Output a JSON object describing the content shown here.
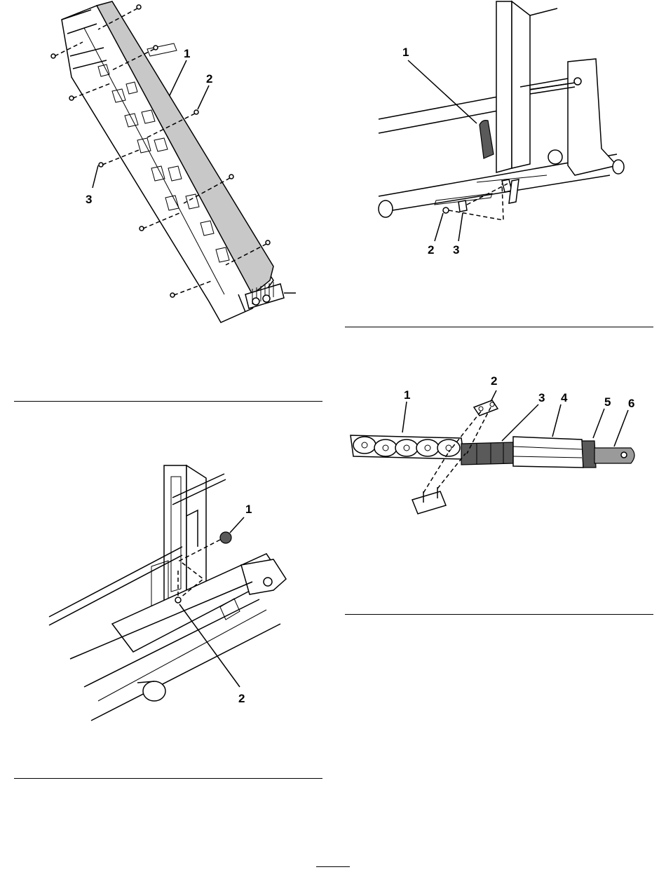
{
  "figures": [
    {
      "id": "fig-top-left",
      "callouts": [
        "1",
        "2",
        "3"
      ]
    },
    {
      "id": "fig-top-right",
      "callouts": [
        "1",
        "2",
        "3"
      ]
    },
    {
      "id": "fig-bottom-left",
      "callouts": [
        "1",
        "2"
      ]
    },
    {
      "id": "fig-bottom-right",
      "callouts": [
        "1",
        "2",
        "3",
        "4",
        "5",
        "6"
      ]
    }
  ]
}
